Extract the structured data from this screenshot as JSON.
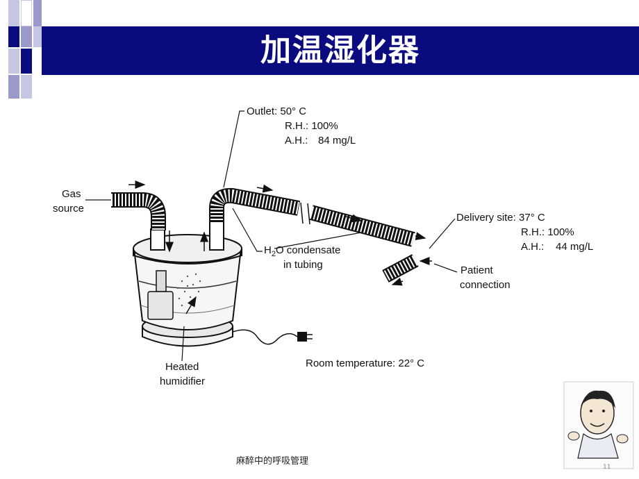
{
  "slide": {
    "title": "加温湿化器",
    "footer": "麻醉中的呼吸管理",
    "slide_number": "11",
    "accent_color": "#0b0b80",
    "deco_color": "#9a99c9"
  },
  "diagram": {
    "gas_source": [
      "Gas",
      "source"
    ],
    "outlet": {
      "line1": "Outlet:  50° C",
      "line2": "R.H.:  100%",
      "line3_key": "A.H.:",
      "line3_val": "84 mg/L"
    },
    "condensate": {
      "line1_h": "H",
      "line1_sub": "2",
      "line1_rest": "O condensate",
      "line2": "in tubing"
    },
    "delivery": {
      "line1": "Delivery site:  37° C",
      "line2": "R.H.:  100%",
      "line3_key": "A.H.:",
      "line3_val": "44 mg/L"
    },
    "patient": [
      "Patient",
      "connection"
    ],
    "heated": [
      "Heated",
      "humidifier"
    ],
    "room": "Room temperature:  22° C"
  }
}
